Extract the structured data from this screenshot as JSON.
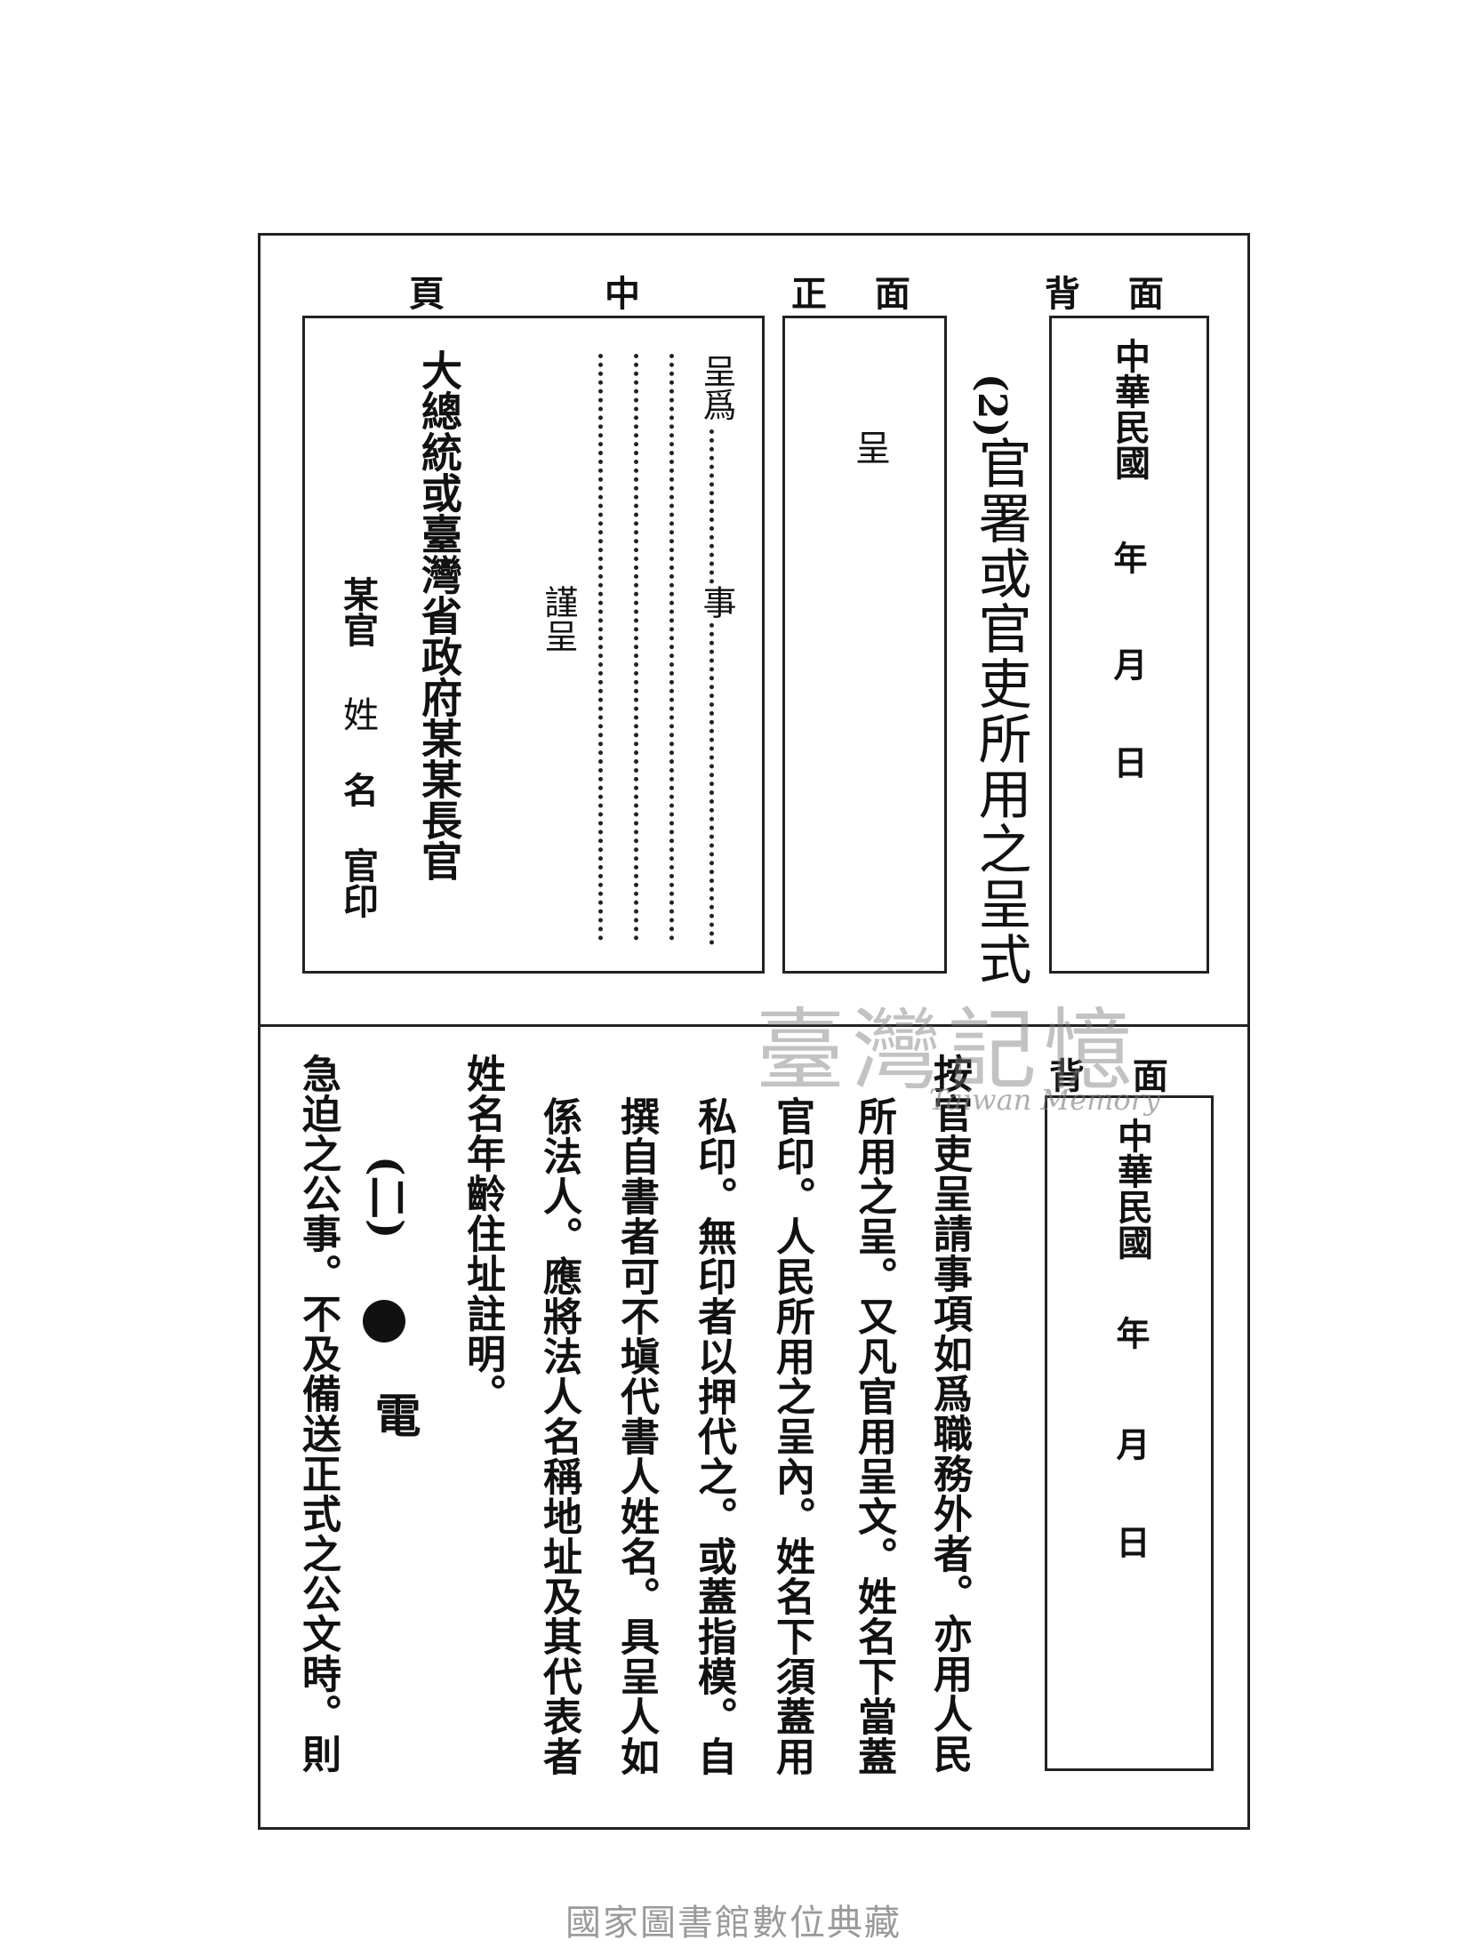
{
  "top": {
    "labels": {
      "back": "背 面",
      "front": "正 面",
      "middle_a": "中",
      "middle_b": "頁"
    },
    "back_box": {
      "year": "中華民國",
      "y": "年",
      "m": "月",
      "d": "日"
    },
    "section_title": {
      "num": "(2)",
      "text": "官署或官吏所用之呈式"
    },
    "front_box": {
      "text": "呈"
    },
    "middle_box": {
      "line1a": "呈爲",
      "line1b": "事",
      "line2": "謹呈",
      "line3": "大總統或臺灣省政府某某長官",
      "line4a": "某官",
      "line4b": "姓",
      "line4c": "名",
      "line4d": "官印"
    }
  },
  "bottom": {
    "label_back": "背 面",
    "back_box": {
      "year": "中華民國",
      "y": "年",
      "m": "月",
      "d": "日"
    },
    "paragraph": [
      "按官吏呈請事項如爲職務外者。亦用人民",
      "所用之呈。又凡官用呈文。姓名下當蓋",
      "官印。人民所用之呈內。姓名下須蓋用",
      "私印。無印者以押代之。或蓋指模。自",
      "撰自書者可不塡代書人姓名。具呈人如",
      "係法人。應將法人名稱地址及其代表者",
      "姓名年齡住址註明。"
    ],
    "heading": {
      "num": "(二)",
      "text": "電"
    },
    "last_para": "急迫之公事。不及備送正式之公文時。則"
  },
  "watermark": {
    "cn": "臺灣記憶",
    "en": "Taiwan Memory"
  },
  "footer": "國家圖書館數位典藏"
}
